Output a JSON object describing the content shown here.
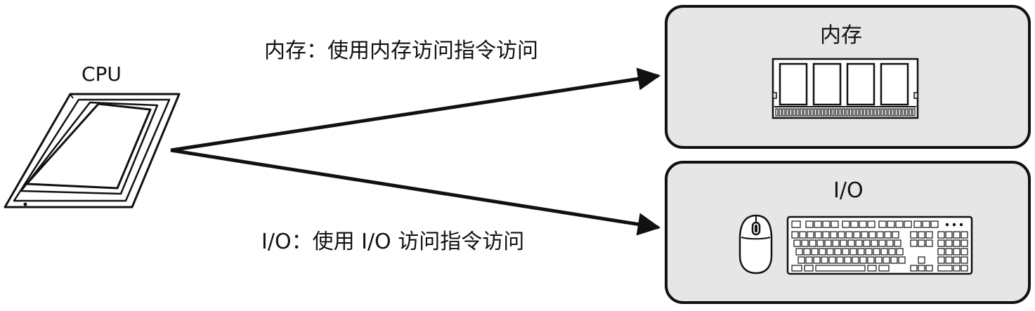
{
  "diagram": {
    "cpu": {
      "label": "CPU"
    },
    "memory": {
      "title": "内存"
    },
    "io": {
      "title": "I/O"
    },
    "edges": {
      "memory": "内存：使用内存访问指令访问",
      "io": "I/O：使用 I/O 访问指令访问"
    },
    "colors": {
      "box_fill": "#e6e6e6",
      "stroke": "#111111",
      "background": "#ffffff"
    },
    "icons": [
      "cpu-chip-icon",
      "ram-module-icon",
      "mouse-icon",
      "keyboard-icon"
    ]
  }
}
